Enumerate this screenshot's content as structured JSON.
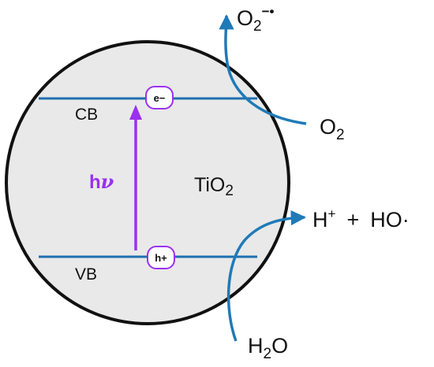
{
  "particle": {
    "label": "TiO",
    "label_sub": "2",
    "fill": "#e9e9e9",
    "stroke": "#111111"
  },
  "bands": {
    "conduction": {
      "label": "CB",
      "carrier": "e−"
    },
    "valence": {
      "label": "VB",
      "carrier": "h+"
    },
    "line_color": "#1f6fb0"
  },
  "excitation": {
    "label_h": "h",
    "label_nu": "ν",
    "color": "#9b30f0"
  },
  "reduction": {
    "reactant": {
      "main": "O",
      "sub": "2"
    },
    "product": {
      "main": "O",
      "sub": "2",
      "sup": "−•"
    },
    "arrow_color": "#1f7ab8"
  },
  "oxidation": {
    "reactant": {
      "main1": "H",
      "sub": "2",
      "main2": "O"
    },
    "product": {
      "text1": "H",
      "sup": "+",
      "plus": "+",
      "text2": "HO·"
    },
    "arrow_color": "#1f7ab8"
  }
}
